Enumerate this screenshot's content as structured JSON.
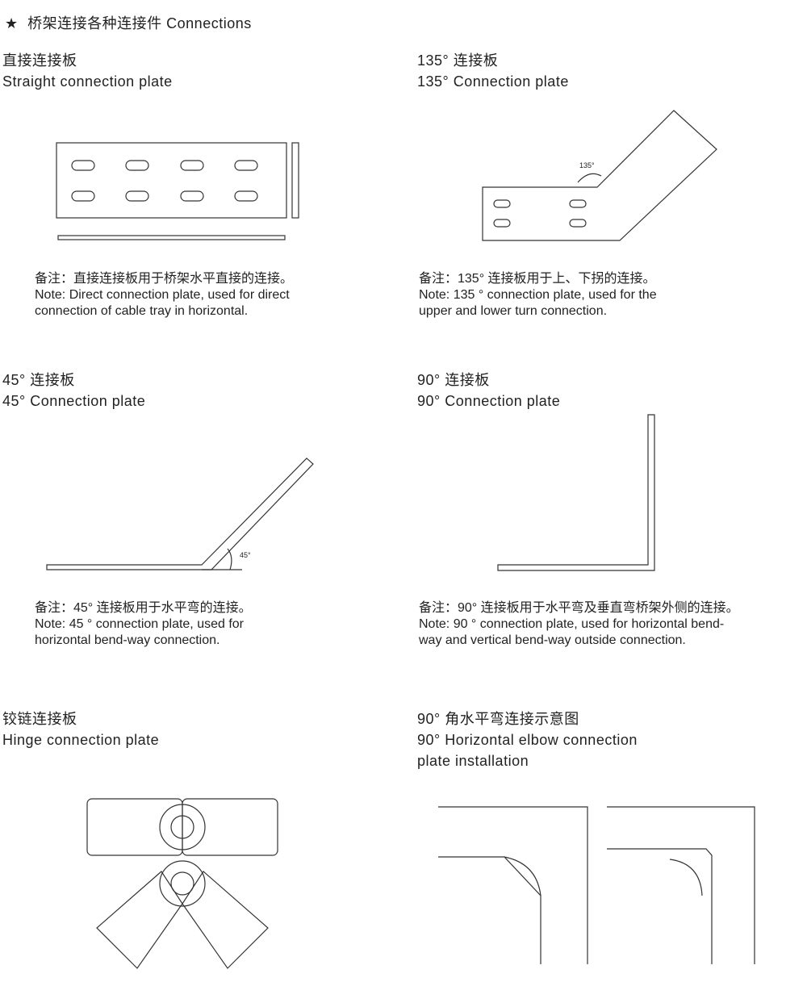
{
  "header": {
    "star": "★",
    "title": "桥架连接各种连接件 Connections"
  },
  "sections": [
    {
      "title_cn": "直接连接板",
      "title_en": "Straight connection plate",
      "note_cn": "备注：直接连接板用于桥架水平直接的连接。",
      "note_en1": "Note: Direct connection plate, used for direct",
      "note_en2": "connection of cable tray in horizontal."
    },
    {
      "title_cn": "135°  连接板",
      "title_en": "135°  Connection plate",
      "angle": "135°",
      "note_cn": "备注：135°  连接板用于上、下拐的连接。",
      "note_en1": "Note: 135 °  connection plate, used for the",
      "note_en2": "upper and lower turn connection."
    },
    {
      "title_cn": "45°  连接板",
      "title_en": "45°  Connection plate",
      "angle": "45°",
      "note_cn": "备注：45°  连接板用于水平弯的连接。",
      "note_en1": "Note: 45 °  connection plate, used for",
      "note_en2": "horizontal bend-way connection."
    },
    {
      "title_cn": "90°  连接板",
      "title_en": "90°  Connection plate",
      "note_cn": "备注：90°  连接板用于水平弯及垂直弯桥架外侧的连接。",
      "note_en1": "Note: 90 °  connection plate, used for horizontal bend-",
      "note_en2": "way and vertical bend-way outside connection."
    },
    {
      "title_cn": "铰链连接板",
      "title_en": "Hinge connection plate"
    },
    {
      "title_cn": "90°  角水平弯连接示意图",
      "title_en": "90°  Horizontal elbow connection",
      "title_en2": "plate installation"
    }
  ]
}
